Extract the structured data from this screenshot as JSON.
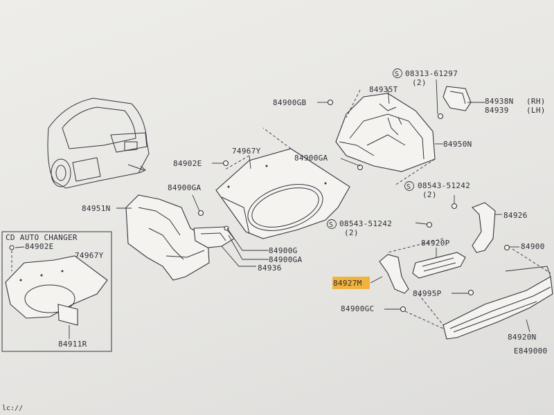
{
  "parts": {
    "screw_top": "08313-61297",
    "screw_top_qty": "(2)",
    "p84935T": "84935T",
    "p84938N": "84938N",
    "p84938N_side": "(RH)",
    "p84939": "84939",
    "p84939_side": "(LH)",
    "p84900GB": "84900GB",
    "p84950N": "84950N",
    "p84967Y": "74967Y",
    "p84900GA_top": "84900GA",
    "p84902E": "84902E",
    "p84900GA_left": "84900GA",
    "screw_mid": "08543-51242",
    "screw_mid_qty": "(2)",
    "p84951N": "84951N",
    "p84926": "84926",
    "screw_low": "08543-51242",
    "screw_low_qty": "(2)",
    "p84920P": "84920P",
    "p84900_right": "84900",
    "p84900G": "84900G",
    "p84900GA_low": "84900GA",
    "p84936": "84936",
    "p84927M": "84927M",
    "p84995P": "84995P",
    "p84900GC": "84900GC",
    "p84920N": "84920N",
    "diagram_code": "E849000",
    "screw_symbol": "S"
  },
  "inset": {
    "title": "CD AUTO CHANGER",
    "p84902E": "84902E",
    "p74967Y": "74967Y",
    "p84911R": "84911R"
  },
  "status": {
    "url_fragment": "lc://"
  },
  "colors": {
    "highlight": "#f2b33d",
    "ink": "#33333b",
    "paper": "#ecebe8"
  }
}
